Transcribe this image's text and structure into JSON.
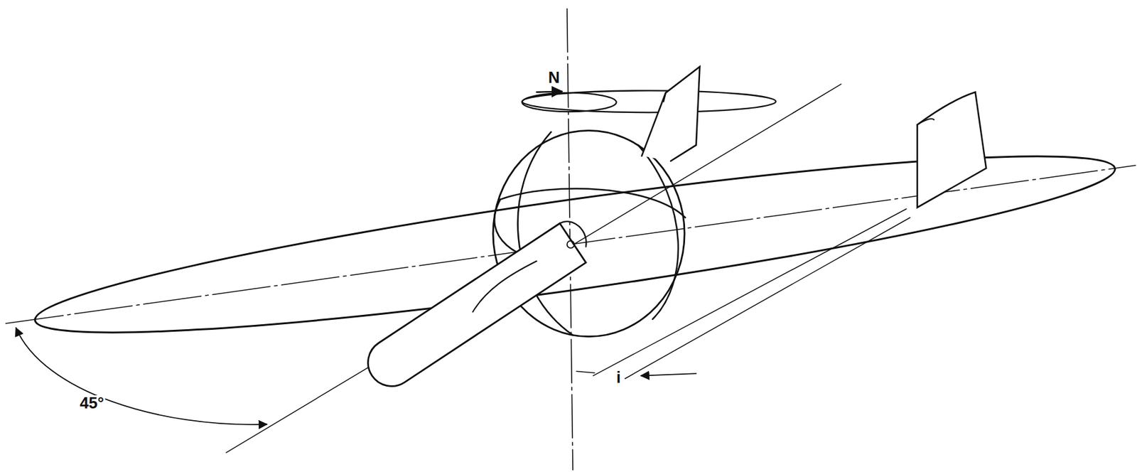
{
  "diagram": {
    "labels": [
      "N",
      "i",
      "45°"
    ]
  }
}
